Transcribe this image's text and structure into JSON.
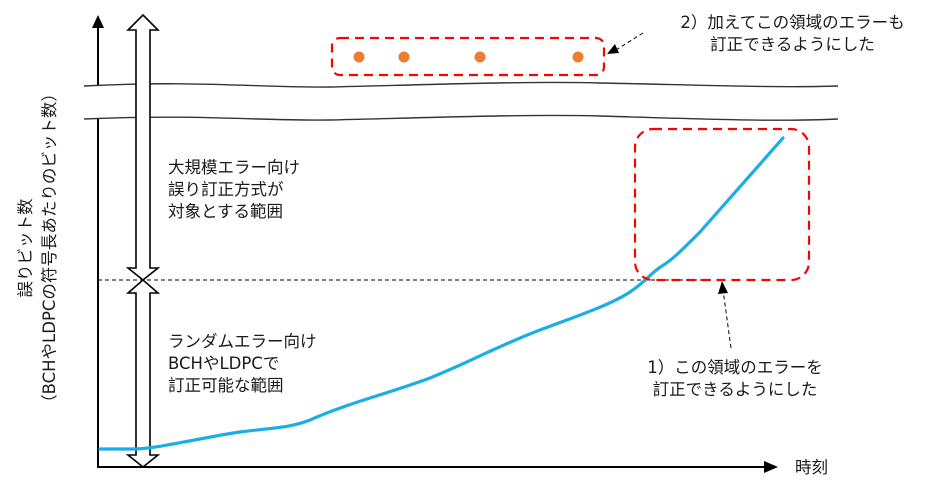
{
  "diagram": {
    "y_axis_label": {
      "line1": "誤りビット数",
      "line2": "（BCHやLDPCの符号長あたりのビット数）"
    },
    "x_axis_label": "時刻",
    "upper_range_label": {
      "line1": "大規模エラー向け",
      "line2": "誤り訂正方式が",
      "line3": "対象とする範囲"
    },
    "lower_range_label": {
      "line1": "ランダムエラー向け",
      "line2": "BCHやLDPCで",
      "line3": "訂正可能な範囲"
    },
    "annotation_1": {
      "line1": "1）この領域のエラーを",
      "line2": "訂正できるようにした"
    },
    "annotation_2": {
      "line1": "2）加えてこの領域のエラーも",
      "line2": "訂正できるようにした"
    },
    "colors": {
      "curve": "#1aaee5",
      "highlight_box": "#ff0000",
      "dots": "#ed7d31",
      "axis": "#000000"
    },
    "outlier_dots_count": 4
  }
}
